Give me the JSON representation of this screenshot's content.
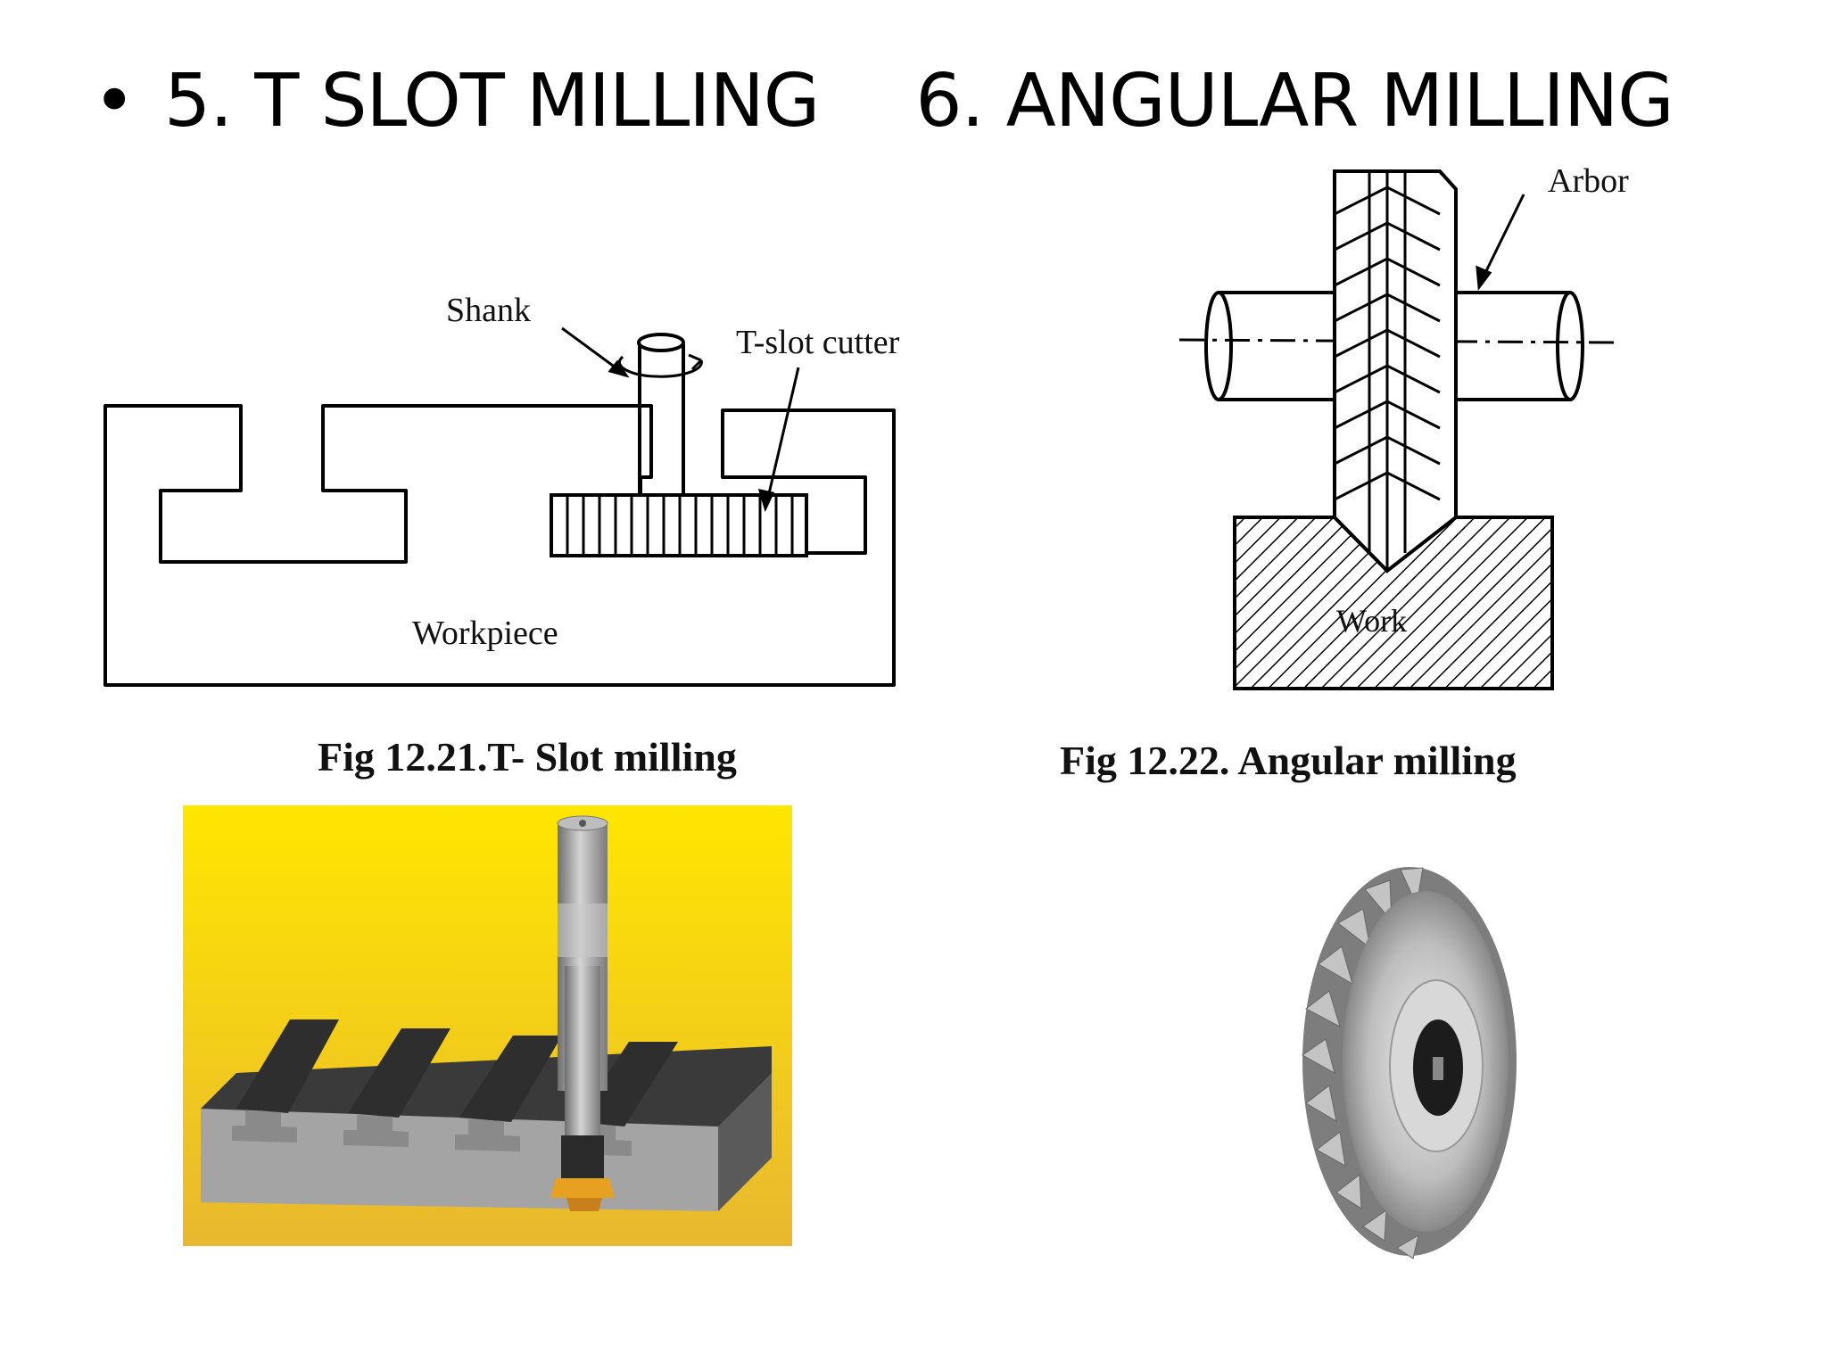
{
  "slide": {
    "bullet": "•",
    "title_left": "5. T SLOT MILLING",
    "title_right": "6. ANGULAR MILLING"
  },
  "tslot_figure": {
    "labels": {
      "shank": "Shank",
      "cutter": "T-slot cutter",
      "workpiece": "Workpiece"
    },
    "caption": "Fig 12.21.T- Slot milling"
  },
  "angular_figure": {
    "labels": {
      "arbor": "Arbor",
      "work": "Work"
    },
    "caption": "Fig 12.22.  Angular milling"
  },
  "colors": {
    "photo_bg_top": "#ffe600",
    "photo_bg_bottom": "#e8b830",
    "slab": "#3a3a3a",
    "cutter_gold": "#e8a020",
    "steel": "#a8a8a8"
  }
}
